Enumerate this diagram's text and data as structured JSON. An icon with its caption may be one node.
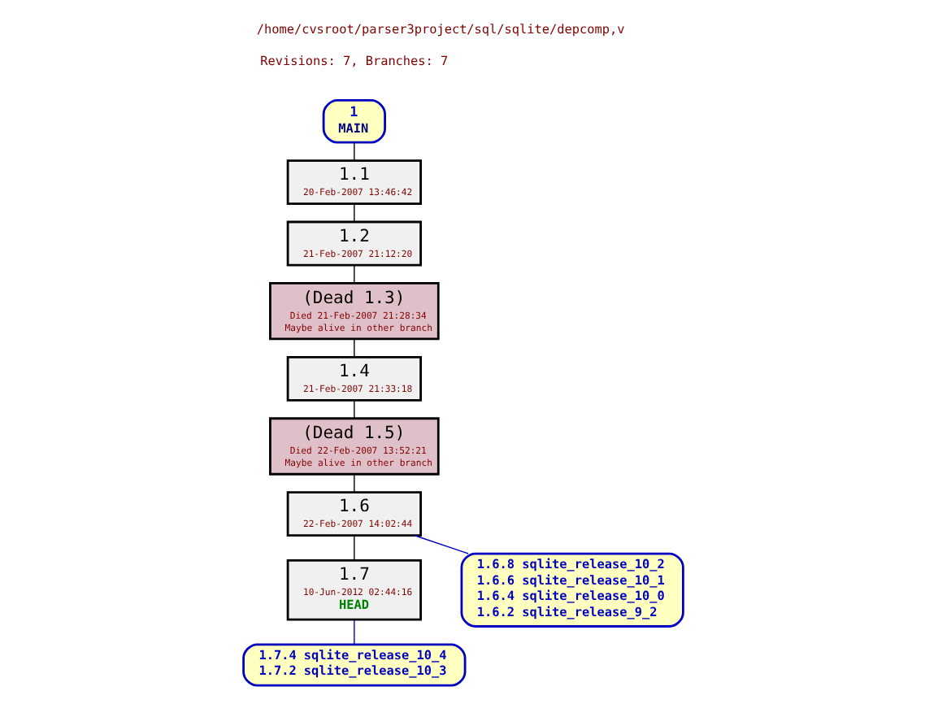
{
  "diagram": {
    "title": "/home/cvsroot/parser3project/sql/sqlite/depcomp,v",
    "nodes": [
      {
        "text": [
          "1",
          "MAIN"
        ]
      },
      {
        "text": [
          "1.1",
          "20-Feb-2007 13:46:42"
        ]
      },
      {
        "text": [
          "1.2",
          "21-Feb-2007 21:12:20"
        ]
      },
      {
        "text": [
          "(Dead 1.3)",
          "Died 21-Feb-2007 21:28:34",
          "Maybe alive in other branch"
        ]
      },
      {
        "text": [
          "1.4",
          "21-Feb-2007 21:33:18"
        ]
      },
      {
        "text": [
          "(Dead 1.5)",
          "Died 22-Feb-2007 13:52:21",
          "Maybe alive in other branch"
        ]
      },
      {
        "text": [
          "1.6",
          "22-Feb-2007 14:02:44"
        ]
      },
      {
        "text": [
          "1.7",
          "10-Jun-2012 02:44:16",
          "HEAD"
        ]
      },
      {
        "text": [
          "1.6.8 sqlite_release_10_2",
          "1.6.6 sqlite_release_10_1",
          "1.6.4 sqlite_release_10_0",
          "1.6.2 sqlite_release_9_2"
        ]
      },
      {
        "text": [
          "1.7.4 sqlite_release_10_4",
          "1.7.2 sqlite_release_10_3"
        ]
      }
    ],
    "edges": [
      {
        "from": 0,
        "to": 1,
        "arrow": "none"
      },
      {
        "from": 1,
        "to": 2,
        "arrow": "none"
      },
      {
        "from": 2,
        "to": 3,
        "arrow": "none"
      },
      {
        "from": 3,
        "to": 4,
        "arrow": "none"
      },
      {
        "from": 4,
        "to": 5,
        "arrow": "none"
      },
      {
        "from": 5,
        "to": 6,
        "arrow": "none"
      },
      {
        "from": 6,
        "to": 7,
        "arrow": "none"
      },
      {
        "from": 6,
        "to": 8,
        "arrow": "none",
        "color": "#0000c0"
      },
      {
        "from": 7,
        "to": 9,
        "arrow": "none",
        "color": "#0000c0"
      }
    ],
    "labels": [
      "Revisions: 7, Branches: 7"
    ]
  }
}
